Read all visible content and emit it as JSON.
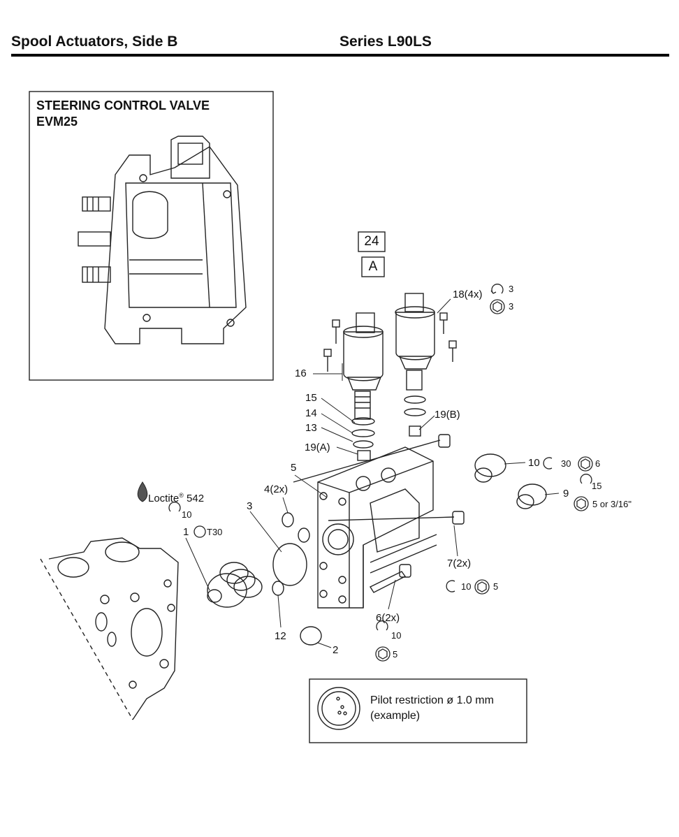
{
  "header": {
    "left": "Spool Actuators, Side B",
    "right": "Series L90LS"
  },
  "inset": {
    "line1": "STEERING CONTROL VALVE",
    "line2": "EVM25"
  },
  "refs": {
    "fig": "24",
    "view": "A"
  },
  "callouts": {
    "c1": "1",
    "c1_torque": "10",
    "c1_tool": "T30",
    "loctite": "Loctite",
    "loctite_reg": "®",
    "loctite_num": "542",
    "c2": "2",
    "c3": "3",
    "c4": "4(2x)",
    "c5": "5",
    "c6": "6(2x)",
    "c6_torque": "10",
    "c6_hex": "5",
    "c7": "7(2x)",
    "c7_torque": "10",
    "c7_hex": "5",
    "c9": "9",
    "c9_torque": "15",
    "c9_hex": "5 or 3/16\"",
    "c10": "10",
    "c10_torque": "30",
    "c10_hex": "6",
    "c12": "12",
    "c13": "13",
    "c14": "14",
    "c15": "15",
    "c16": "16",
    "c18": "18(4x)",
    "c18_torque": "3",
    "c18_hex": "3",
    "c19a": "19(A)",
    "c19b": "19(B)"
  },
  "note": {
    "line1": "Pilot restriction ø 1.0 mm",
    "line2": "(example)"
  }
}
